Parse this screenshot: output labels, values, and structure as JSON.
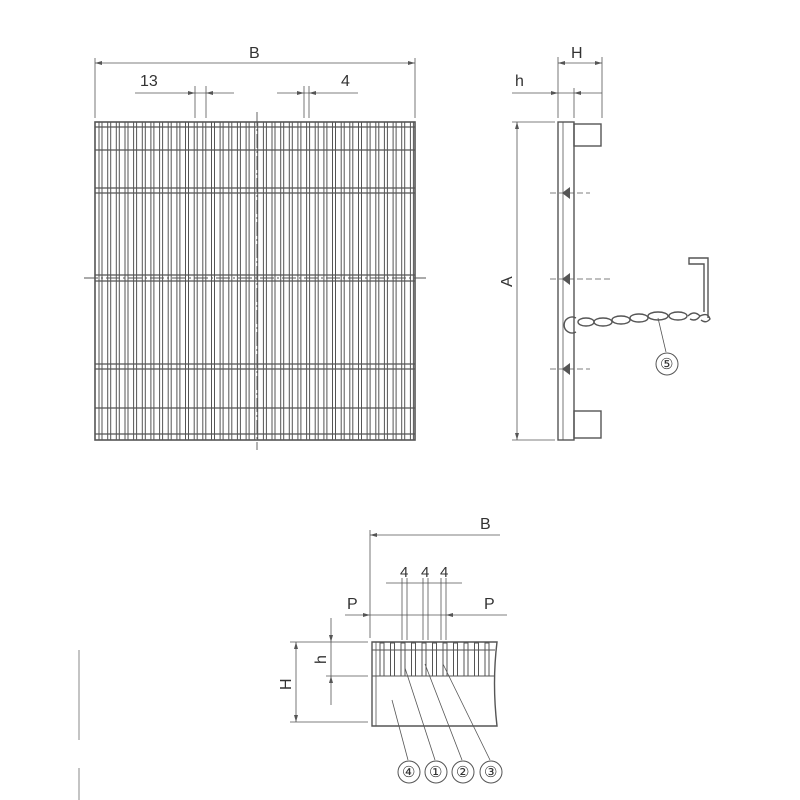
{
  "top_view": {
    "dim_width": "B",
    "dim_bar_pitch": "13",
    "dim_bar_thickness": "4"
  },
  "side_view": {
    "dim_height": "H",
    "dim_bar_height": "h",
    "dim_length": "A",
    "callout_chain": "⑤"
  },
  "section_view": {
    "dim_width": "B",
    "dim_thk_1": "4",
    "dim_thk_2": "4",
    "dim_thk_3": "4",
    "dim_pitch_left": "P",
    "dim_pitch_right": "P",
    "dim_height": "H",
    "dim_bar_height": "h",
    "callouts": [
      "④",
      "①",
      "②",
      "③"
    ]
  },
  "colors": {
    "line": "#555555",
    "text": "#333333"
  }
}
